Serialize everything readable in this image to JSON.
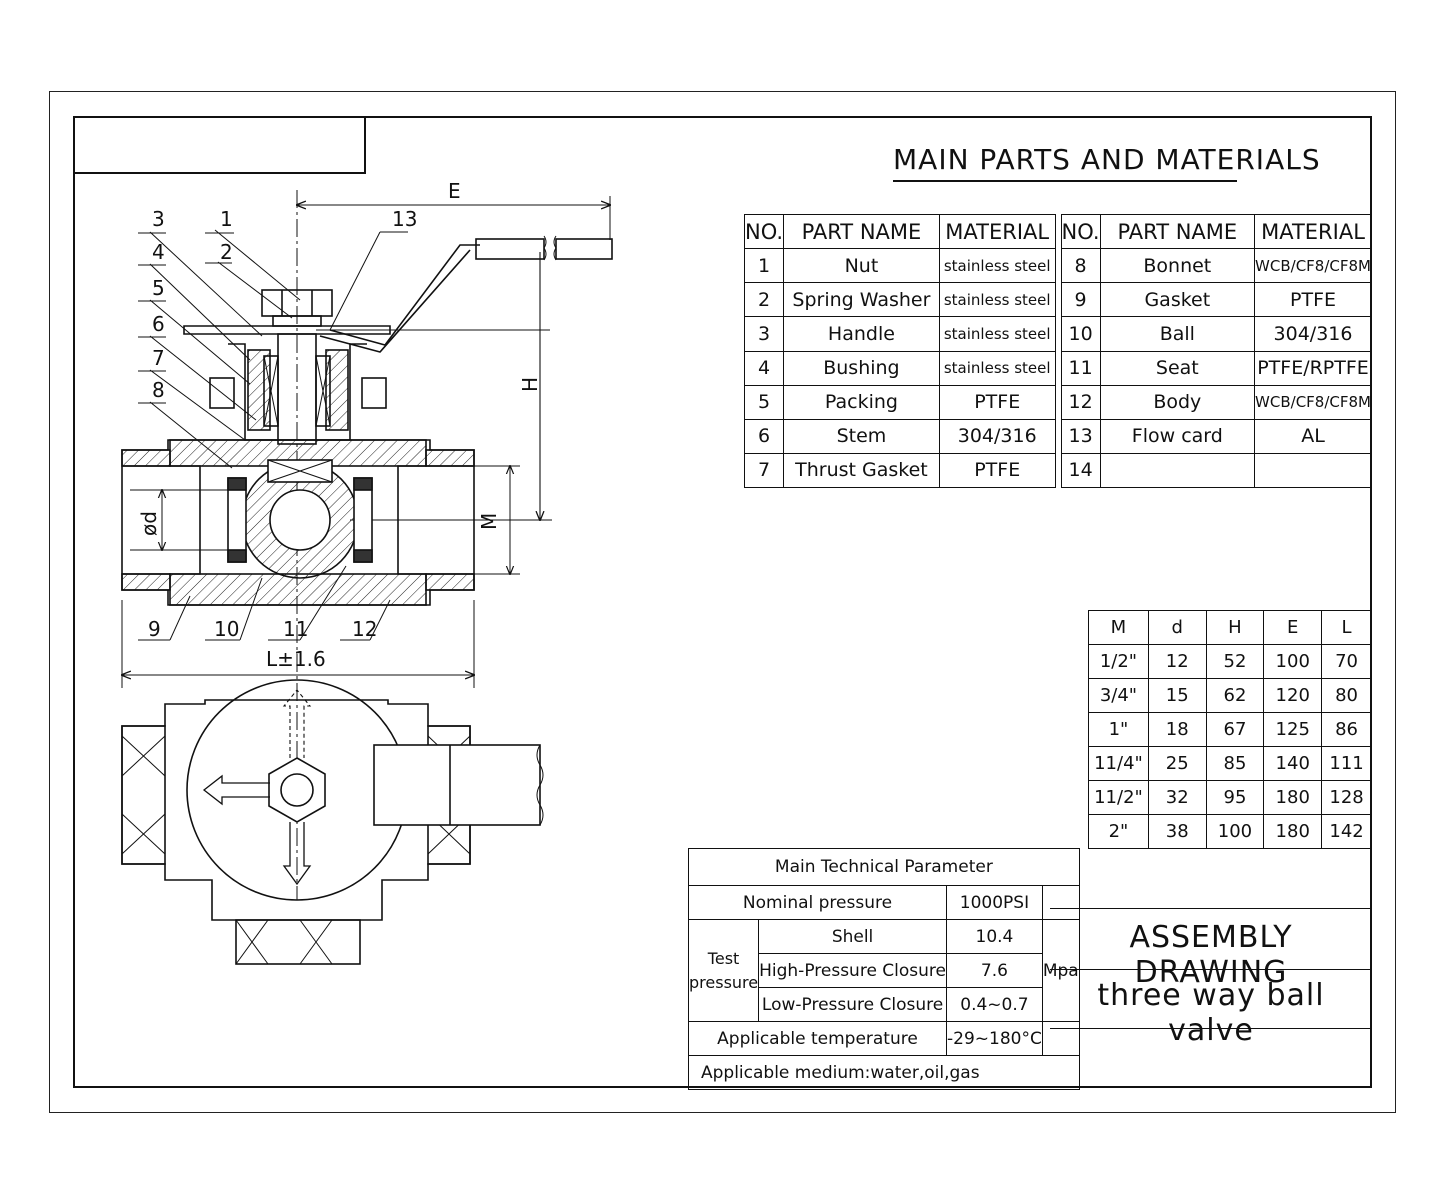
{
  "heading": "MAIN PARTS AND MATERIALS",
  "parts_table": {
    "headers": [
      "NO.",
      "PART NAME",
      "MATERIAL",
      "NO.",
      "PART NAME",
      "MATERIAL"
    ],
    "left": [
      {
        "no": "1",
        "name": "Nut",
        "material": "stainless steel"
      },
      {
        "no": "2",
        "name": "Spring Washer",
        "material": "stainless steel"
      },
      {
        "no": "3",
        "name": "Handle",
        "material": "stainless steel"
      },
      {
        "no": "4",
        "name": "Bushing",
        "material": "stainless steel"
      },
      {
        "no": "5",
        "name": "Packing",
        "material": "PTFE"
      },
      {
        "no": "6",
        "name": "Stem",
        "material": "304/316"
      },
      {
        "no": "7",
        "name": "Thrust Gasket",
        "material": "PTFE"
      }
    ],
    "right": [
      {
        "no": "8",
        "name": "Bonnet",
        "material": "WCB/CF8/CF8M"
      },
      {
        "no": "9",
        "name": "Gasket",
        "material": "PTFE"
      },
      {
        "no": "10",
        "name": "Ball",
        "material": "304/316"
      },
      {
        "no": "11",
        "name": "Seat",
        "material": "PTFE/RPTFE"
      },
      {
        "no": "12",
        "name": "Body",
        "material": "WCB/CF8/CF8M"
      },
      {
        "no": "13",
        "name": "Flow card",
        "material": "AL"
      },
      {
        "no": "14",
        "name": "",
        "material": ""
      }
    ]
  },
  "dimension_table": {
    "headers": [
      "M",
      "d",
      "H",
      "E",
      "L"
    ],
    "rows": [
      [
        "1/2\"",
        "12",
        "52",
        "100",
        "70"
      ],
      [
        "3/4\"",
        "15",
        "62",
        "120",
        "80"
      ],
      [
        "1\"",
        "18",
        "67",
        "125",
        "86"
      ],
      [
        "11/4\"",
        "25",
        "85",
        "140",
        "111"
      ],
      [
        "11/2\"",
        "32",
        "95",
        "180",
        "128"
      ],
      [
        "2\"",
        "38",
        "100",
        "180",
        "142"
      ]
    ]
  },
  "tech": {
    "title": "Main Technical Parameter",
    "nominal_label": "Nominal pressure",
    "nominal_value": "1000PSI",
    "test_label_1": "Test",
    "test_label_2": "pressure",
    "shell_label": "Shell",
    "shell_value": "10.4",
    "high_label": "High-Pressure Closure",
    "high_value": "7.6",
    "low_label": "Low-Pressure Closure",
    "low_value": "0.4~0.7",
    "unit": "Mpa",
    "temp_label": "Applicable temperature",
    "temp_value": "-29~180°C",
    "medium": "Applicable medium:water,oil,gas"
  },
  "title_block": {
    "drawing_type": "ASSEMBLY DRAWING",
    "product": "three way ball valve"
  },
  "drawing": {
    "callouts": {
      "n3": "3",
      "n1": "1",
      "n13": "13",
      "n4": "4",
      "n2": "2",
      "n5": "5",
      "n6": "6",
      "n7": "7",
      "n8": "8",
      "n9": "9",
      "n10": "10",
      "n11": "11",
      "n12": "12"
    },
    "dims": {
      "E": "E",
      "H": "H",
      "M": "M",
      "d": "ød",
      "L": "L±1.6"
    }
  }
}
